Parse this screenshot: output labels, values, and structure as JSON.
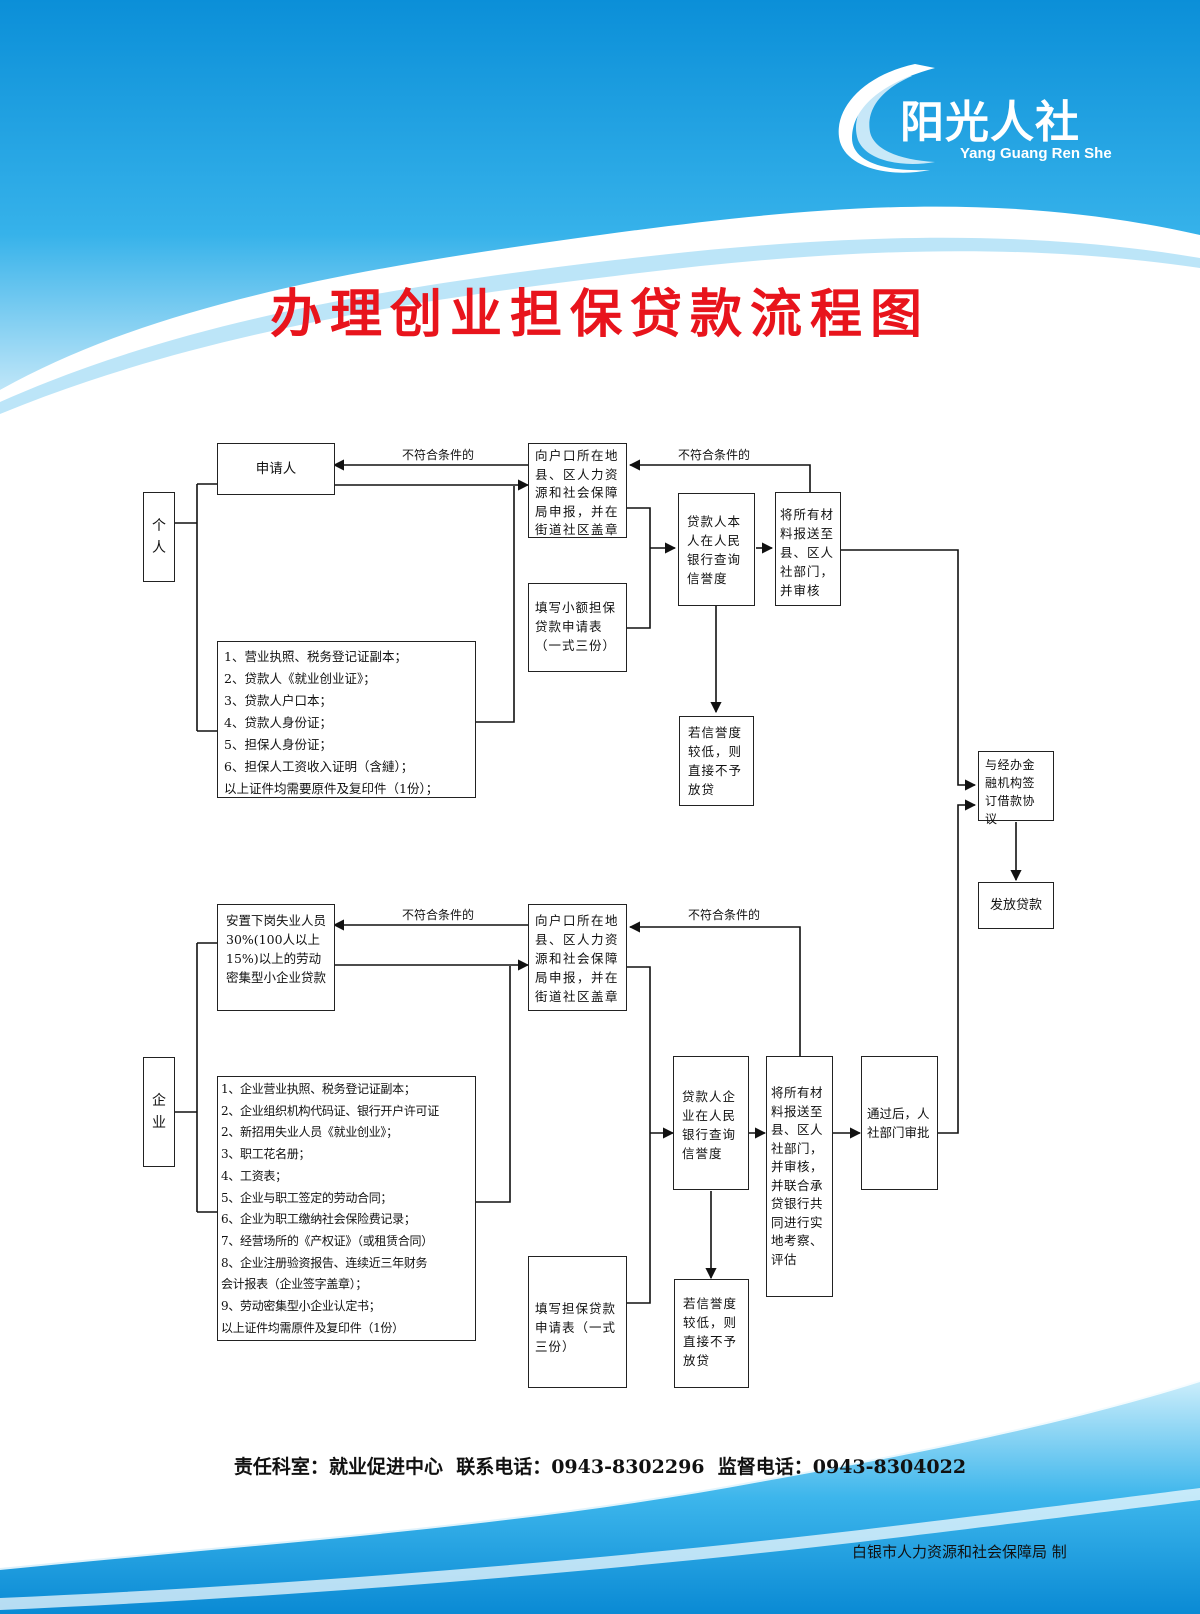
{
  "brand": {
    "logo_name": "阳光人社",
    "logo_sub": "Yang Guang Ren She",
    "accent_color": "#1aa0e0",
    "title_color": "#e8141c"
  },
  "title": "办理创业担保贷款流程图",
  "edge_label": "不符合条件的",
  "individual": {
    "category": "个\n人",
    "applicant": "申请人",
    "report": "向户口所在地县、区人力资源和社会保障局申报，并在街道社区盖章",
    "form": "填写小额担保贷款申请表（一式三份）",
    "credit": "贷款人本人在人民银行查询信誉度",
    "submit": "将所有材料报送至县、区人社部门，并审核",
    "reject": "若信誉度较低，则直接不予放贷",
    "docs": [
      "1、营业执照、税务登记证副本；",
      "2、贷款人《就业创业证》；",
      "3、贷款人户口本；",
      "4、贷款人身份证；",
      "5、担保人身份证；",
      "6、担保人工资收入证明（含縺）；",
      "以上证件均需要原件及复印件（1份）；"
    ]
  },
  "enterprise": {
    "category": "企\n业",
    "applicant": "安置下岗失业人员30%(100人以上15%)以上的劳动密集型小企业贷款",
    "report": "向户口所在地县、区人力资源和社会保障局申报，并在街道社区盖章",
    "form": "填写担保贷款申请表（一式三份）",
    "credit": "贷款人企业在人民银行查询信誉度",
    "submit": "将所有材料报送至县、区人社部门，并审核，并联合承贷银行共同进行实地考察、评估",
    "approve": "通过后，人社部门审批",
    "reject": "若信誉度较低，则直接不予放贷",
    "docs": [
      "1、企业营业执照、税务登记证副本；",
      "2、企业组织机构代码证、银行开户许可证",
      "2、新招用失业人员《就业创业》；",
      "3、职工花名册；",
      "4、工资表；",
      "5、企业与职工签定的劳动合同；",
      "6、企业为职工缴纳社会保险费记录；",
      "7、经营场所的《产权证》（或租赁合同）",
      "8、企业注册验资报告、连续近三年财务",
      "会计报表（企业签字盖章）；",
      "9、劳动密集型小企业认定书；",
      "以上证件均需原件及复印件（1份）"
    ]
  },
  "common": {
    "agreement": "与经办金融机构签订借款协议",
    "release": "发放贷款"
  },
  "footer": {
    "dept_label": "责任科室：",
    "dept": "就业促进中心",
    "phone_label": "联系电话：",
    "phone": "0943-8302296",
    "supervise_label": "监督电话：",
    "supervise": "0943-8304022"
  },
  "publisher": "白银市人力资源和社会保障局 制"
}
